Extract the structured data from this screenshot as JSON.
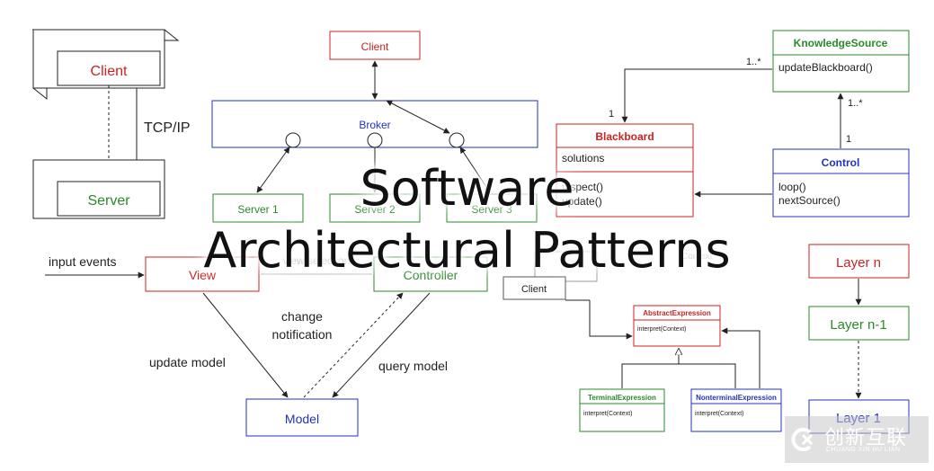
{
  "title": {
    "line1": "Software",
    "line2": "Architectural Patterns"
  },
  "client_server": {
    "client": "Client",
    "server": "Server",
    "protocol": "TCP/IP"
  },
  "broker": {
    "client": "Client",
    "broker": "Broker",
    "server1": "Server 1",
    "server2": "Server 2",
    "server3": "Server 3"
  },
  "blackboard": {
    "knowledge_source": "KnowledgeSource",
    "knowledge_source_method": "updateBlackboard()",
    "blackboard": "Blackboard",
    "blackboard_attr": "solutions",
    "blackboard_op1": "inspect()",
    "blackboard_op2": "update()",
    "control": "Control",
    "control_op1": "loop()",
    "control_op2": "nextSource()",
    "mult_1_star_a": "1..*",
    "mult_1_a": "1",
    "mult_1_star_b": "1..*",
    "mult_1_b": "1"
  },
  "mvc": {
    "input_events": "input events",
    "view": "View",
    "controller": "Controller",
    "model": "Model",
    "change_notification_1": "change",
    "change_notification_2": "notification",
    "update_model": "update model",
    "query_model": "query model",
    "hidden_label": "view selection",
    "hidden_label_2": "Context"
  },
  "interpreter": {
    "client": "Client",
    "abstract_expression": "AbstractExpression",
    "abstract_method": "interpret(Context)",
    "terminal_expression": "TerminalExpression",
    "terminal_method": "interpret(Context)",
    "nonterminal_expression": "NonterminalExpression",
    "nonterminal_method": "interpret(Context)"
  },
  "layers": {
    "layer_n": "Layer n",
    "layer_n_1": "Layer n-1",
    "layer_1": "Layer 1"
  },
  "brand": {
    "name": "创新互联",
    "sub": "CHUANG XIN HU LIAN"
  },
  "colors": {
    "red": "#cc2222",
    "green": "#2a8a2a",
    "blue": "#2233bb",
    "black": "#222222"
  }
}
